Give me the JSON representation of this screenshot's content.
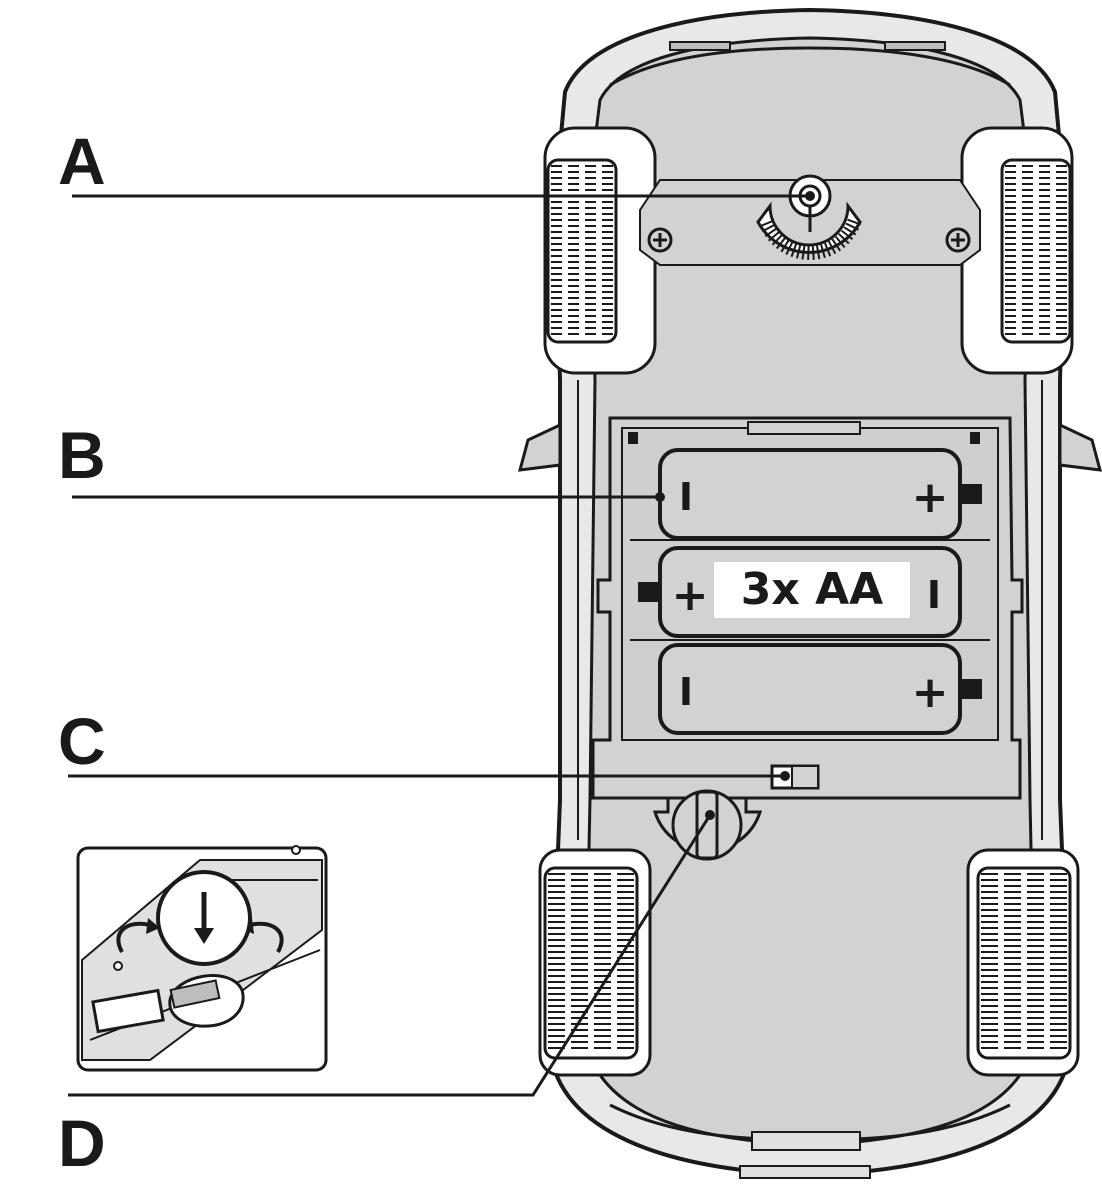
{
  "labels": {
    "a": "A",
    "b": "B",
    "c": "C",
    "d": "D"
  },
  "battery": {
    "text": "3x AA",
    "plus": "+",
    "minus": "I"
  },
  "colors": {
    "body": "#d2d2d2",
    "tire": "#ffffff",
    "line": "#1a1a1a"
  }
}
